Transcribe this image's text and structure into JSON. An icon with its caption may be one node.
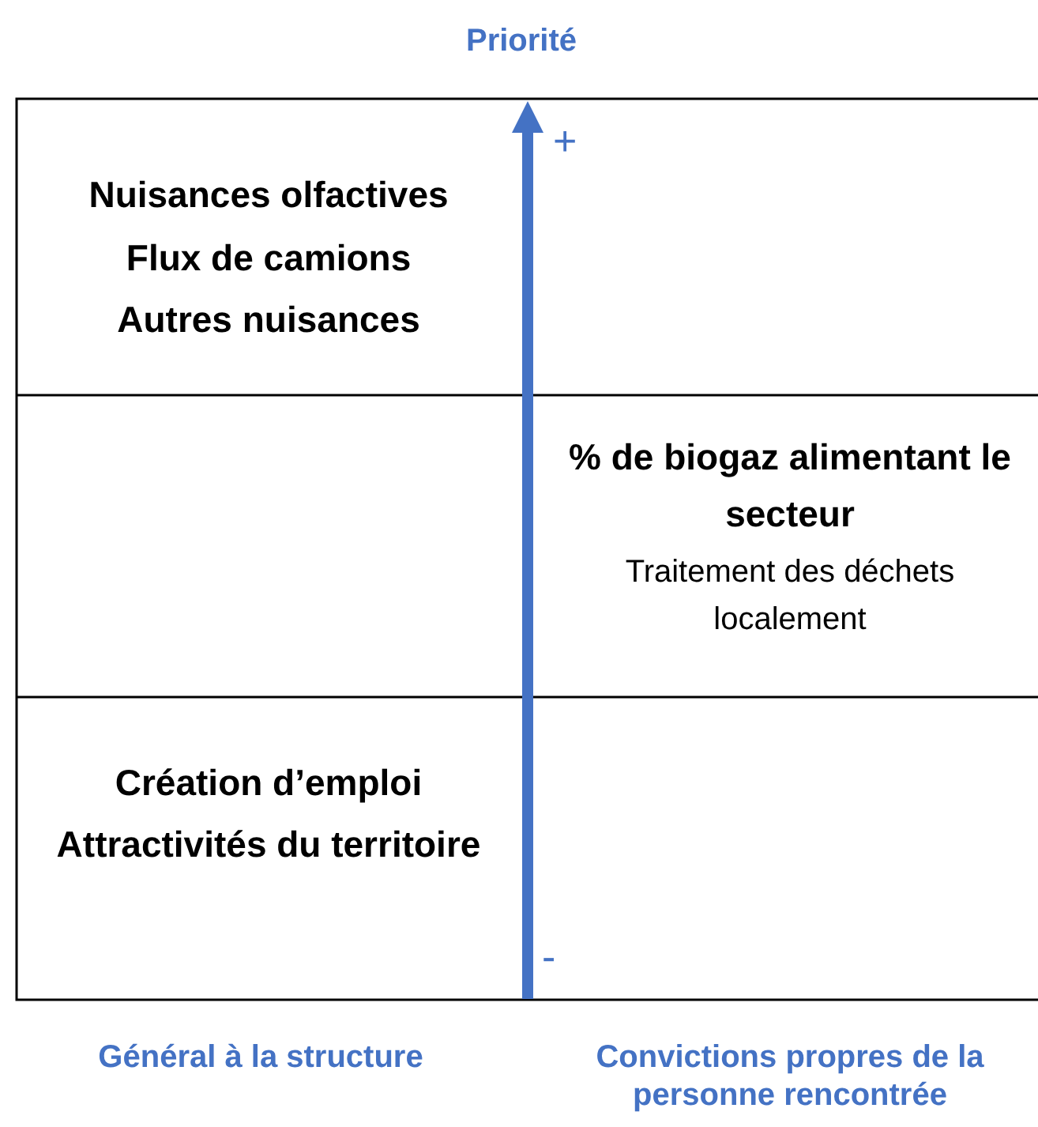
{
  "diagram": {
    "labels": [
      "Priorité",
      "+",
      "Nuisances olfactives",
      "Flux de camions",
      "Autres nuisances",
      "% de biogaz alimentant le secteur",
      "Traitement des déchets localement",
      "Création d’emploi",
      "Attractivités du territoire",
      "-",
      "Général à la structure",
      "Convictions propres de la personne rencontrée"
    ]
  }
}
